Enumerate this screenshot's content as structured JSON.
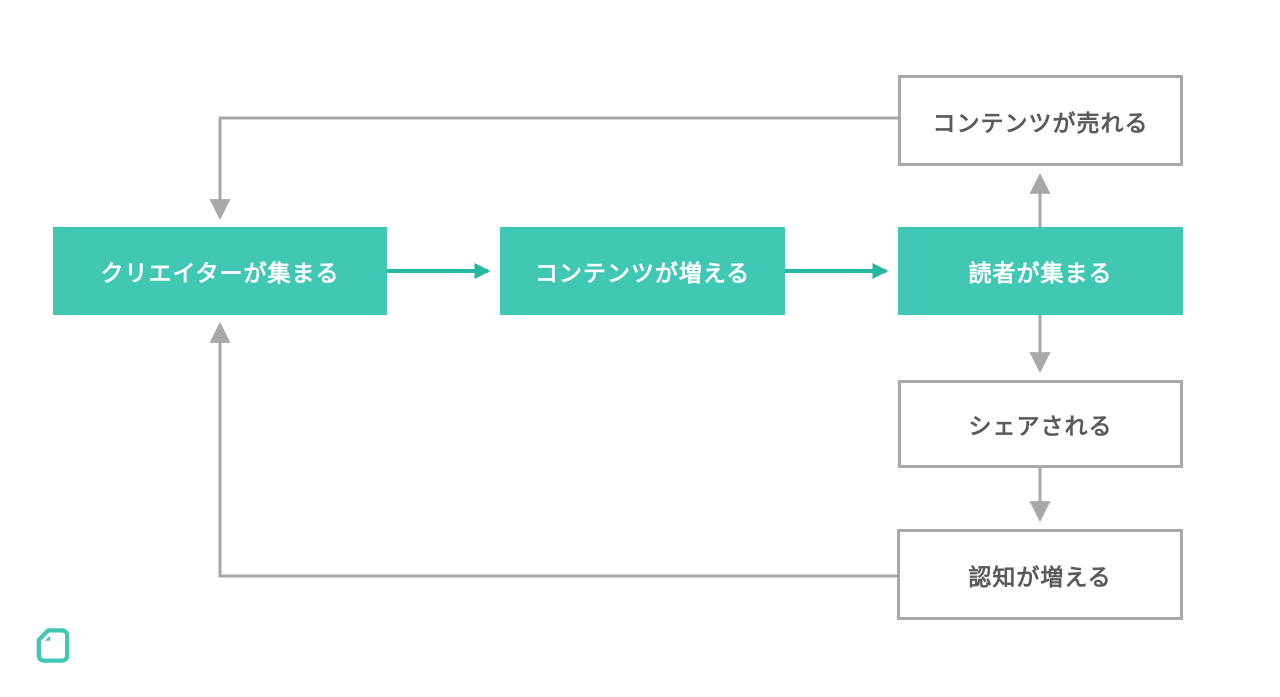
{
  "diagram": {
    "nodes": {
      "creators": {
        "label": "クリエイターが集まる",
        "style": "primary"
      },
      "content_grows": {
        "label": "コンテンツが増える",
        "style": "primary"
      },
      "readers": {
        "label": "読者が集まる",
        "style": "primary"
      },
      "content_sells": {
        "label": "コンテンツが売れる",
        "style": "secondary"
      },
      "shared": {
        "label": "シェアされる",
        "style": "secondary"
      },
      "awareness": {
        "label": "認知が増える",
        "style": "secondary"
      }
    },
    "edges": [
      {
        "from": "creators",
        "to": "content_grows",
        "color": "teal"
      },
      {
        "from": "content_grows",
        "to": "readers",
        "color": "teal"
      },
      {
        "from": "readers",
        "to": "content_sells",
        "color": "gray"
      },
      {
        "from": "readers",
        "to": "shared",
        "color": "gray"
      },
      {
        "from": "shared",
        "to": "awareness",
        "color": "gray"
      },
      {
        "from": "content_sells",
        "to": "creators",
        "color": "gray"
      },
      {
        "from": "awareness",
        "to": "creators",
        "color": "gray"
      }
    ],
    "colors": {
      "primary_box": "#41c8b4",
      "primary_text": "#ffffff",
      "secondary_border": "#a8a8a8",
      "secondary_text": "#5a5a5a",
      "teal_arrow": "#25b7a0",
      "gray_line": "#a8a8a8",
      "background": "#ffffff",
      "logo": "#41c8b4"
    }
  },
  "footer": {
    "logo_name": "note-logo"
  }
}
